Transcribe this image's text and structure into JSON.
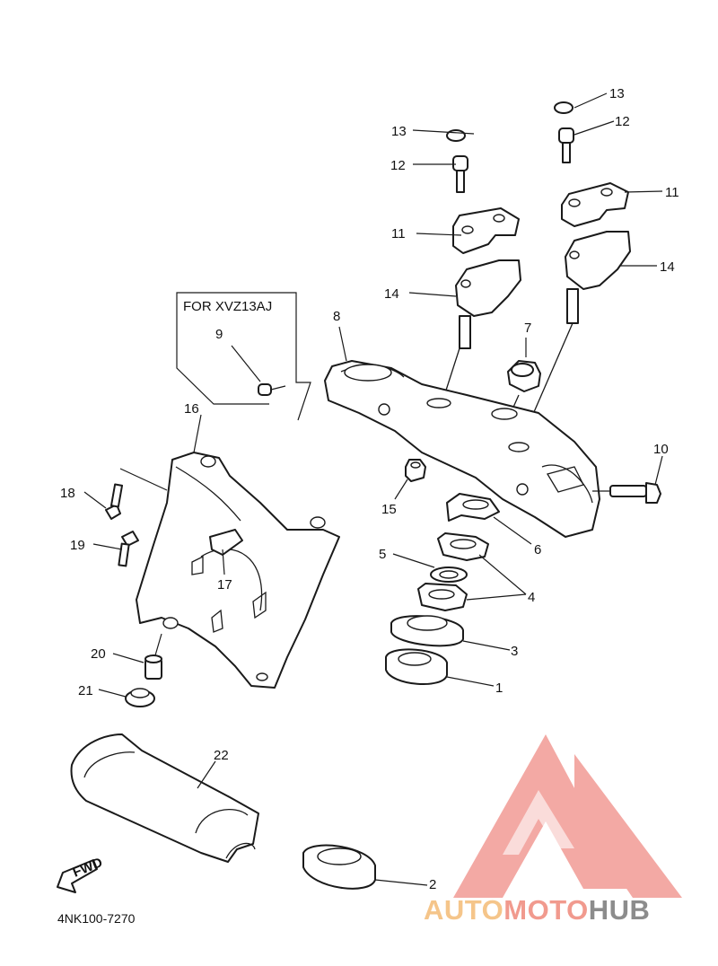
{
  "variant_box": {
    "label": "FOR XVZ13AJ"
  },
  "callouts": {
    "c1": "1",
    "c2": "2",
    "c3": "3",
    "c4": "4",
    "c5": "5",
    "c6": "6",
    "c7": "7",
    "c8": "8",
    "c9": "9",
    "c10": "10",
    "c11a": "11",
    "c11b": "11",
    "c12a": "12",
    "c12b": "12",
    "c13a": "13",
    "c13b": "13",
    "c14a": "14",
    "c14b": "14",
    "c15": "15",
    "c16": "16",
    "c17": "17",
    "c18": "18",
    "c19": "19",
    "c20": "20",
    "c21": "21",
    "c22": "22"
  },
  "fwd_marker": {
    "label": "FWD"
  },
  "diagram_code": "4NK100-7270",
  "watermark": {
    "auto": "AUTO",
    "moto": "MOTO",
    "hub": "HUB",
    "colors": {
      "auto": "#f5c58a",
      "moto": "#f19a8e",
      "hub": "#8c8c8c",
      "logo": "#f29b95"
    }
  }
}
